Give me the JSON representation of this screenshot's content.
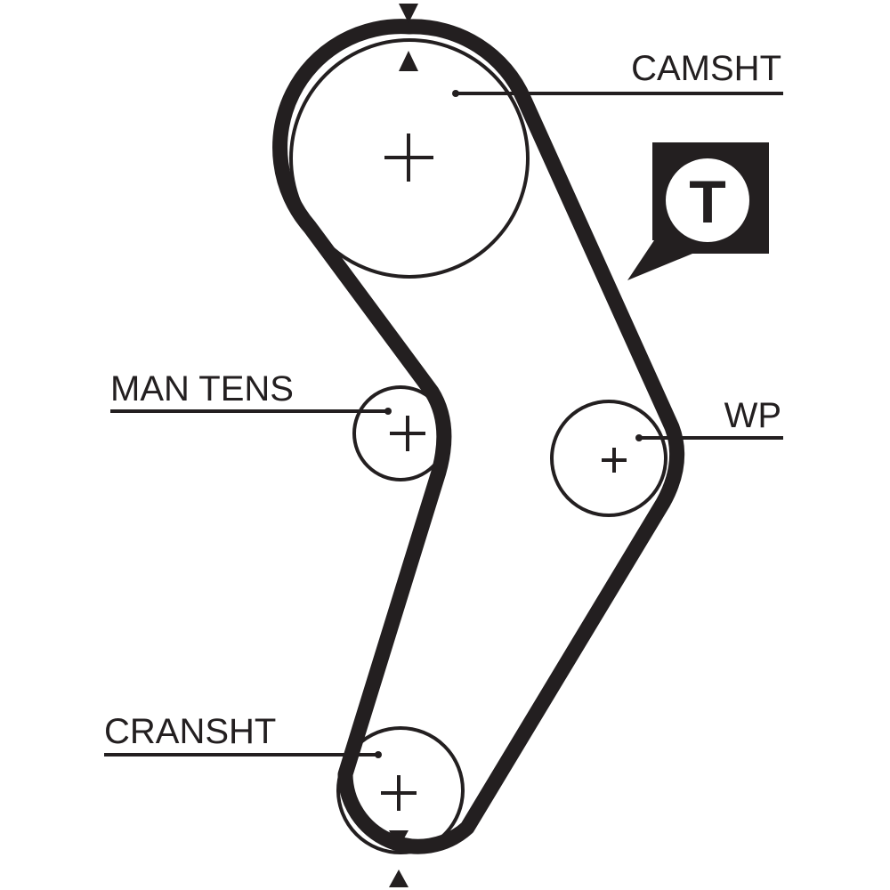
{
  "diagram": {
    "type": "timing-belt-routing",
    "colors": {
      "ink": "#231f20",
      "background": "#ffffff"
    },
    "pulleys": [
      {
        "id": "camshaft",
        "label": "CAMSHT"
      },
      {
        "id": "manual-tensioner",
        "label": "MAN TENS"
      },
      {
        "id": "water-pump",
        "label": "WP"
      },
      {
        "id": "crankshaft",
        "label": "CRANSHT"
      }
    ],
    "tensioner_badge": {
      "letter": "T"
    },
    "timing_marks": [
      "camshaft",
      "crankshaft"
    ]
  }
}
